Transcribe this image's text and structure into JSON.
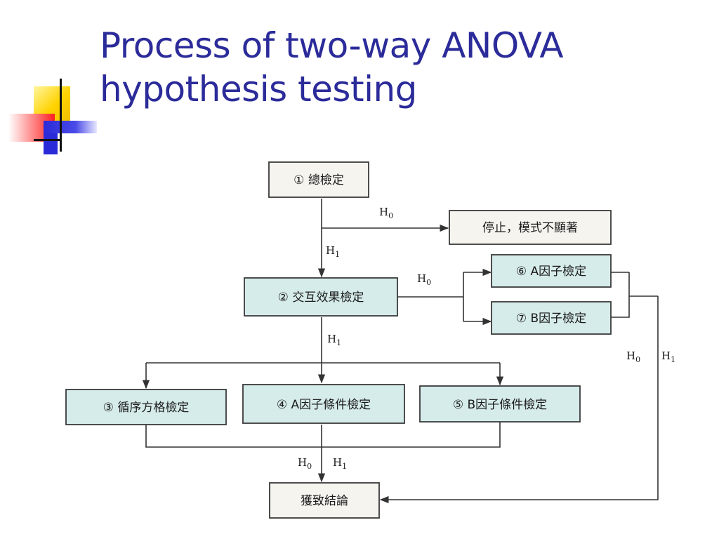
{
  "slide": {
    "title_line1": "Process of two-way ANOVA",
    "title_line2": "hypothesis testing"
  },
  "colors": {
    "title": "#2b2b9a",
    "box_fill_plain": "#f6f4ef",
    "box_fill_highlight": "#d6ecea",
    "line": "#333333"
  },
  "diagram": {
    "nodes": {
      "n1": "① 總檢定",
      "stop": "停止，模式不顯著",
      "n2": "② 交互效果檢定",
      "n6": "⑥ A因子檢定",
      "n7": "⑦ B因子檢定",
      "n3": "③ 循序方格檢定",
      "n4": "④ A因子條件檢定",
      "n5": "⑤ B因子條件檢定",
      "end": "獲致結論"
    },
    "edge_labels": {
      "n1_to_stop": "H0",
      "n1_to_n2": "H1",
      "n2_to_n6_n7": "H0",
      "n2_to_n3_n4_n5": "H1",
      "n6_n7_h0": "H0",
      "n6_n7_h1": "H1",
      "n3_n4_n5_h0": "H0",
      "n3_n4_n5_h1": "H1"
    }
  }
}
